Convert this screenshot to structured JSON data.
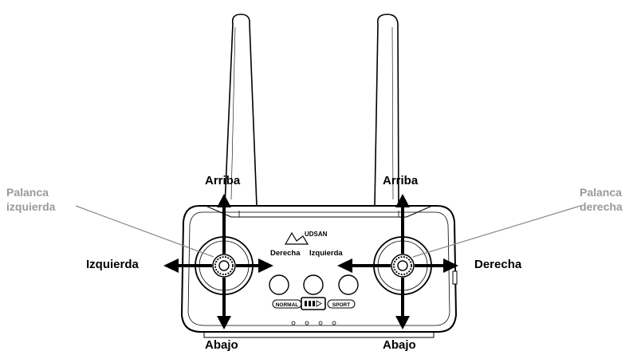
{
  "left_stick": {
    "callout": [
      "Palanca",
      "izquierda"
    ],
    "up": "Arriba",
    "down": "Abajo",
    "left": "Izquierda"
  },
  "right_stick": {
    "callout": [
      "Palanca",
      "derecha"
    ],
    "up": "Arriba",
    "down": "Abajo",
    "right": "Derecha"
  },
  "center_labels": {
    "right": "Derecha",
    "left": "Izquierda"
  },
  "brand": "UDSAN",
  "mode_switch": {
    "normal": "NORMAL",
    "sport": "SPORT"
  },
  "colors": {
    "outline": "#000000",
    "callout_text": "#9a9a9a",
    "background": "#ffffff"
  }
}
